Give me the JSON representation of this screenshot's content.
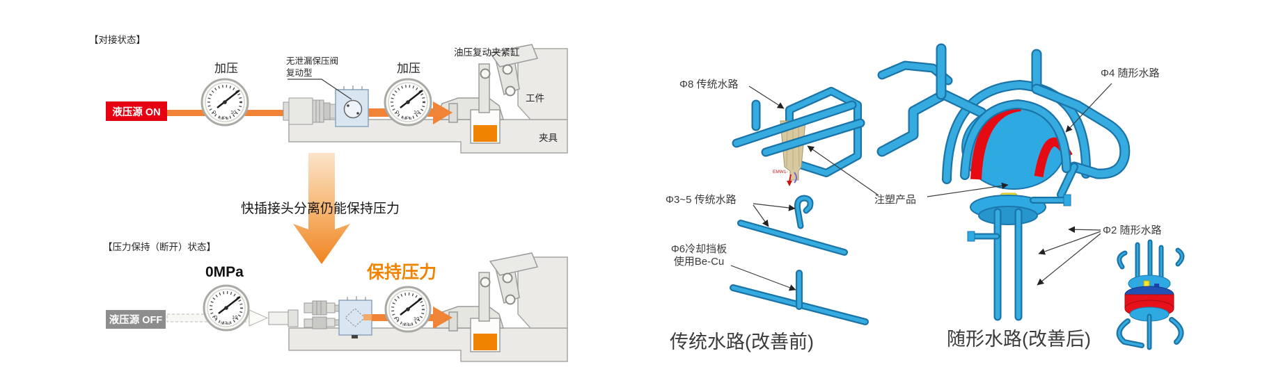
{
  "left_diagram": {
    "state_docked_label": "【对接状态】",
    "state_holding_label": "【压力保持（断开）状态】",
    "pressurize_label_1": "加压",
    "pressurize_label_2": "加压",
    "source_on_label": "液压源 ON",
    "source_off_label": "液压源 OFF",
    "valve_label_line1": "无泄漏保压阀",
    "valve_label_line2": "复动型",
    "cylinder_label": "油压复动夹紧缸",
    "workpiece_label": "工件",
    "fixture_label": "夹具",
    "transition_note": "快插接头分离仍能保持压力",
    "zero_pressure_label": "0MPa",
    "hold_pressure_label": "保持压力",
    "gauge": {
      "min": "0",
      "max": "10",
      "unit": "MPa"
    }
  },
  "right_diagram": {
    "label_phi8": "Φ8 传统水路",
    "label_phi3_5": "Φ3~5 传统水路",
    "label_phi6_line1": "Φ6冷却挡板",
    "label_phi6_line2": "使用Be-Cu",
    "label_product": "注塑产品",
    "label_phi4": "Φ4 随形水路",
    "label_phi2": "Φ2 随形水路",
    "caption_before": "传统水路(改善前)",
    "caption_after": "随形水路(改善后)",
    "tiny_marking": "EMW1-"
  },
  "colors": {
    "flow_orange": "#f08336",
    "source_on_red": "#e60012",
    "source_off_gray": "#8d8d8d",
    "hold_pressure_orange": "#f08300",
    "pipe_blue": "#36abdf",
    "product_red": "#e60b12",
    "preform_tan": "#d9c9a0",
    "valve_body_blue": "#d9e6f2",
    "caption_gray": "#3a3a3a"
  }
}
